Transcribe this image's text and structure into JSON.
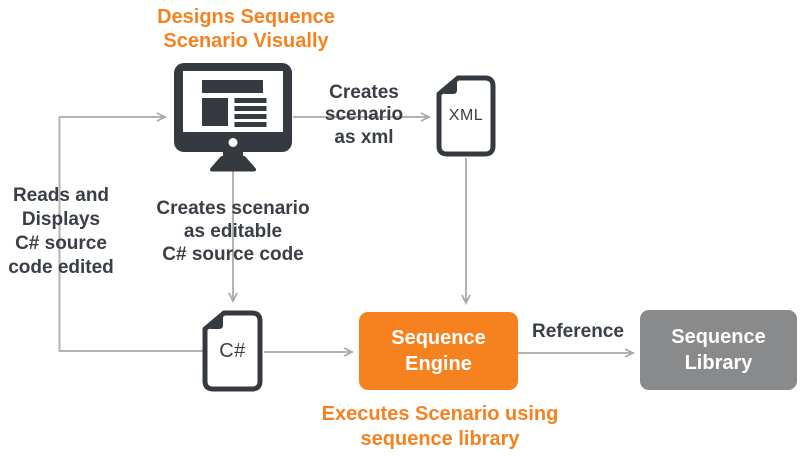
{
  "title": {
    "text": "Designs Sequence\nScenario Visually"
  },
  "colors": {
    "accent_orange": "#F5821F",
    "box_gray": "#898A8C",
    "icon_dark": "#343A40",
    "text_dark": "#3A3F47",
    "connector_gray": "#B3B3B3"
  },
  "nodes": {
    "monitor": {
      "icon": "monitor-icon"
    },
    "xml_file": {
      "icon": "xml-file-icon",
      "label": "XML"
    },
    "csharp_file": {
      "icon": "csharp-file-icon",
      "label": "C#"
    },
    "sequence_engine": {
      "label": "Sequence\nEngine"
    },
    "sequence_library": {
      "label": "Sequence\nLibrary"
    }
  },
  "annotations": {
    "reads_displays": "Reads and\nDisplays\nC# source\ncode edited",
    "creates_editable": "Creates scenario\nas editable\nC# source code",
    "creates_xml": "Creates\nscenario\nas xml",
    "reference": "Reference",
    "executes": "Executes Scenario using\nsequence library"
  }
}
